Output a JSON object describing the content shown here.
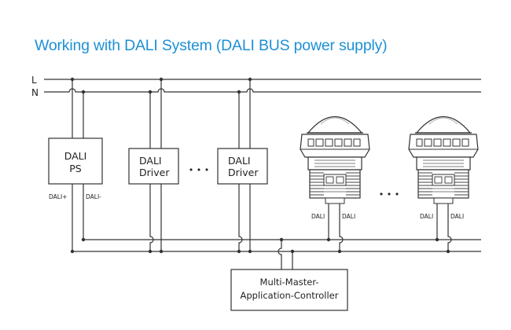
{
  "title": "Working with DALI System (DALI BUS power supply)",
  "lines": {
    "live": "L",
    "neutral": "N"
  },
  "power_supply": {
    "line1": "DALI",
    "line2": "PS",
    "terminal_plus": "DALI+",
    "terminal_minus": "DALI-"
  },
  "driver1": {
    "line1": "DALI",
    "line2": "Driver"
  },
  "driver2": {
    "line1": "DALI",
    "line2": "Driver"
  },
  "ellipsis": "• • •",
  "ellipsis2": "• • •",
  "fixture1": {
    "terminal_left": "DALI",
    "terminal_right": "DALI"
  },
  "fixture2": {
    "terminal_left": "DALI",
    "terminal_right": "DALI"
  },
  "controller": {
    "line1": "Multi-Master-",
    "line2": "Application-Controller"
  },
  "colors": {
    "title": "#1e90d6",
    "wire": "#333333",
    "text": "#222222"
  }
}
